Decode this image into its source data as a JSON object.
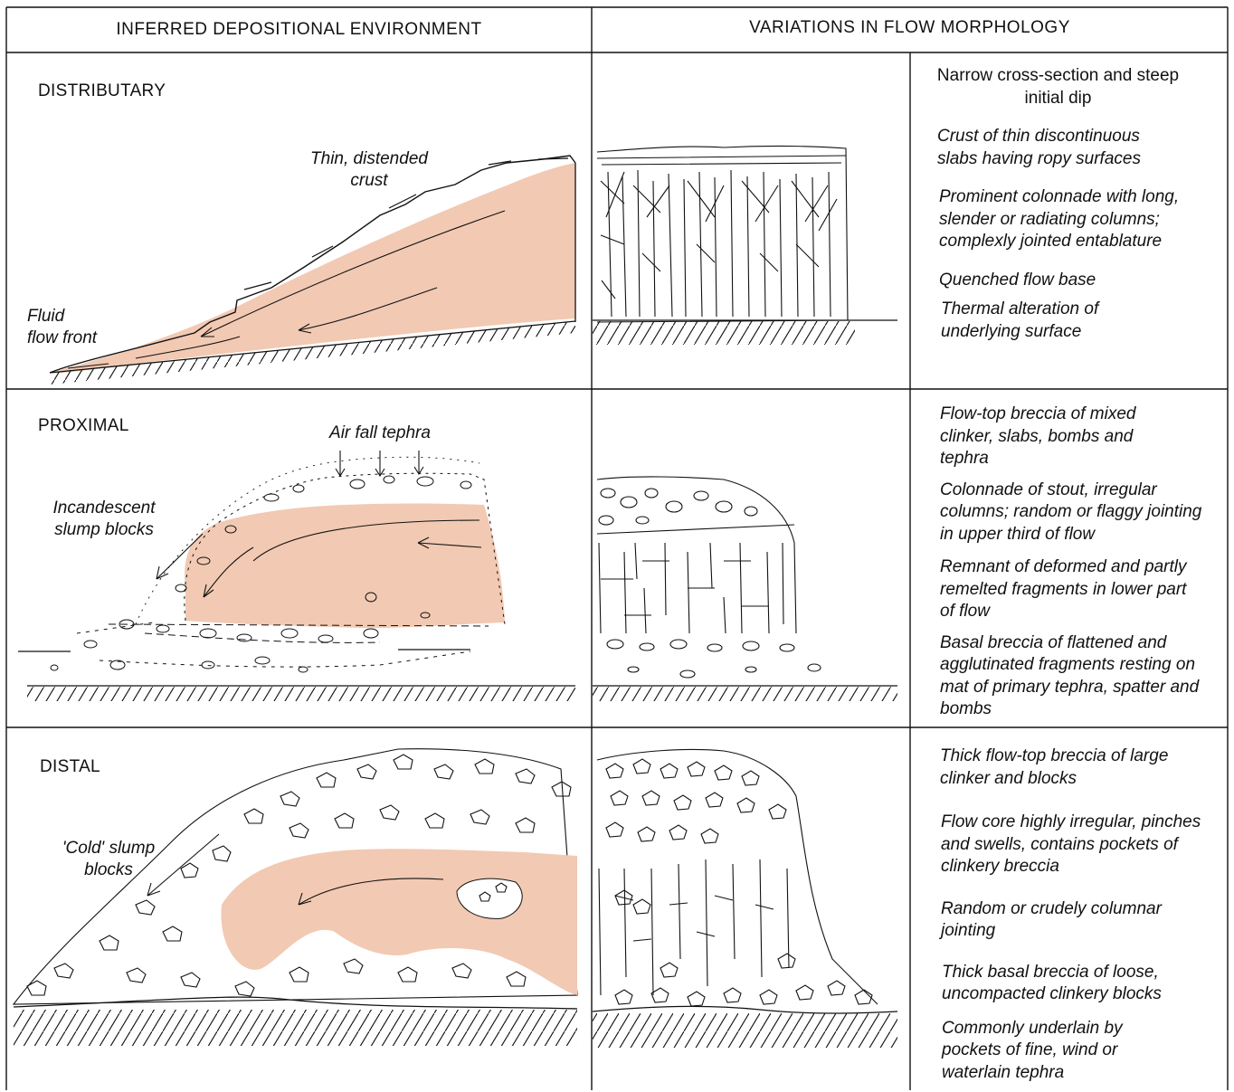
{
  "headers": {
    "left": "INFERRED DEPOSITIONAL ENVIRONMENT",
    "right": "VARIATIONS IN FLOW MORPHOLOGY"
  },
  "rows": [
    {
      "environment": "DISTRIBUTARY",
      "labels": {
        "crust": "Thin, distended\ncrust",
        "front": "Fluid\nflow front"
      },
      "descriptions": [
        "Narrow cross-section and steep initial dip",
        "Crust of thin discontinuous slabs having ropy surfaces",
        "Prominent colonnade with long, slender or radiating columns; complexly jointed entablature",
        "Quenched flow base",
        "Thermal alteration of underlying surface"
      ]
    },
    {
      "environment": "PROXIMAL",
      "labels": {
        "tephra": "Air fall tephra",
        "slump": "Incandescent\nslump blocks"
      },
      "descriptions": [
        "Flow-top breccia of mixed clinker, slabs, bombs and tephra",
        "Colonnade of stout, irregular columns; random or flaggy jointing in upper third of flow",
        "Remnant of deformed and partly remelted fragments in lower part of flow",
        "Basal breccia of flattened and agglutinated fragments resting on mat of primary tephra, spatter and bombs"
      ]
    },
    {
      "environment": "DISTAL",
      "labels": {
        "slump": "'Cold' slump\nblocks"
      },
      "descriptions": [
        "Thick flow-top breccia of large clinker and blocks",
        "Flow core highly irregular, pinches and swells, contains pockets of clinkery breccia",
        "Random or crudely columnar jointing",
        "Thick basal breccia of loose, uncompacted clinkery blocks",
        "Commonly underlain by pockets of fine, wind or waterlain tephra"
      ]
    }
  ],
  "colors": {
    "flow_fill": "#f2c9b3",
    "line": "#111111"
  }
}
